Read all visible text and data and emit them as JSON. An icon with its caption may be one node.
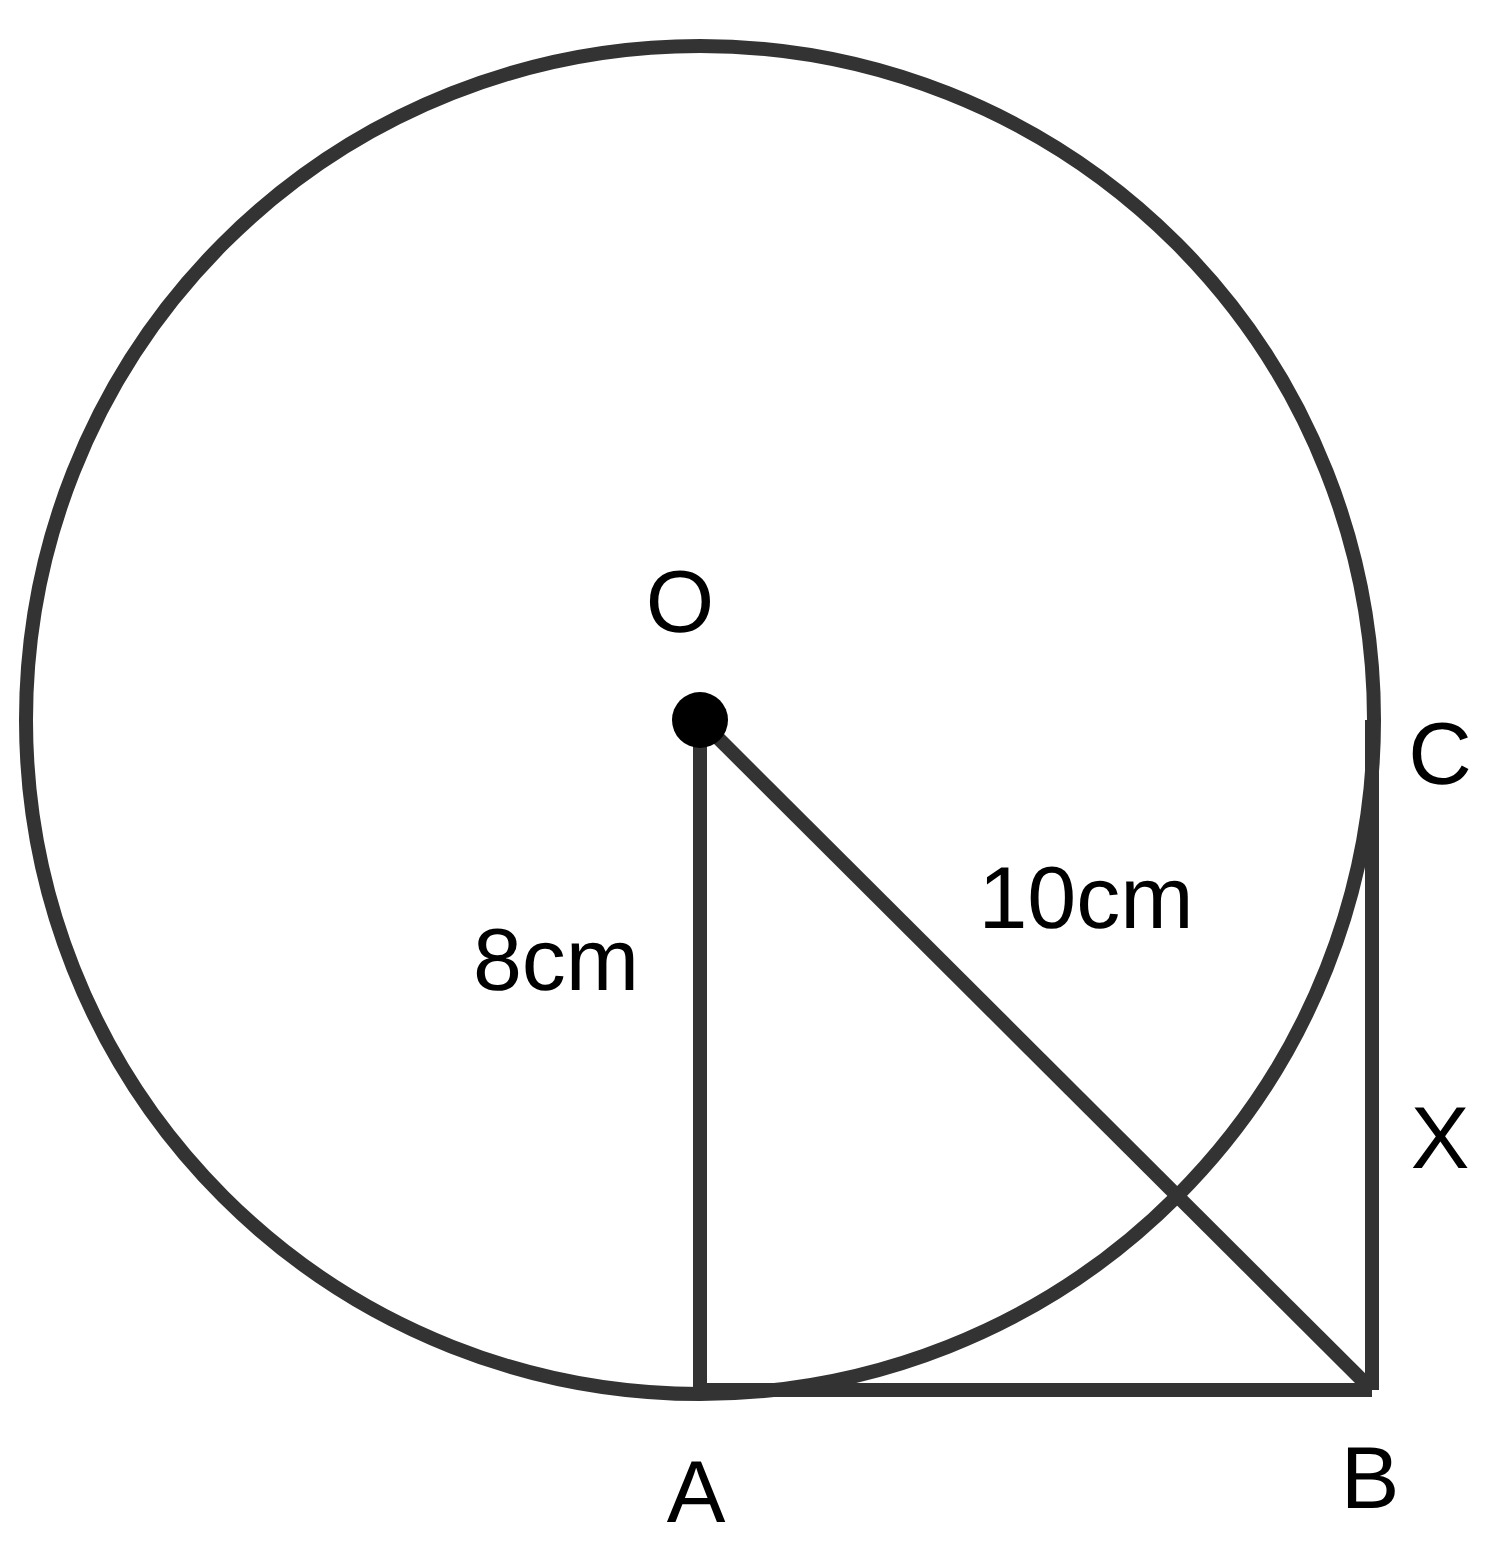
{
  "diagram": {
    "nodes": [
      {
        "text": [
          "O"
        ]
      },
      {
        "text": [
          "C"
        ]
      },
      {
        "text": [
          "A"
        ]
      },
      {
        "text": [
          "B"
        ]
      }
    ],
    "edges": [
      {
        "from": 0,
        "to": 2,
        "arrow": "none",
        "label": "8cm"
      },
      {
        "from": 0,
        "to": 3,
        "arrow": "none",
        "label": "10cm"
      },
      {
        "from": 2,
        "to": 3,
        "arrow": "none"
      },
      {
        "from": 3,
        "to": 1,
        "arrow": "none",
        "label": "X"
      }
    ]
  }
}
